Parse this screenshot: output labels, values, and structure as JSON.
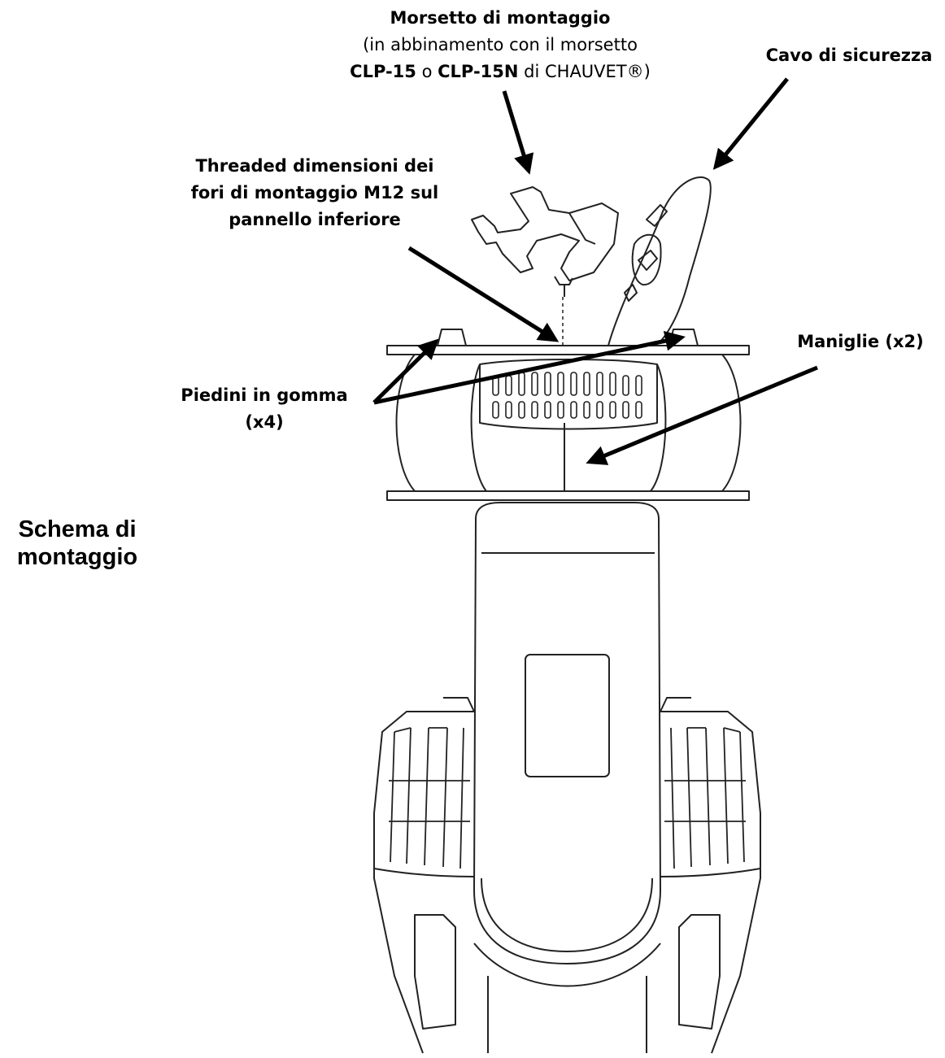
{
  "title": {
    "line1": "Schema di",
    "line2": "montaggio"
  },
  "labels": {
    "clamp": {
      "line1": "Morsetto di montaggio",
      "line2": "(in abbinamento con il morsetto",
      "line3_bold_a": "CLP-15",
      "line3_mid": " o ",
      "line3_bold_b": "CLP-15N",
      "line3_end": " di CHAUVET®)"
    },
    "safety_cable": "Cavo di sicurezza",
    "threaded_holes": {
      "line1": "Threaded dimensioni dei",
      "line2": "fori di montaggio M12 sul",
      "line3": "pannello inferiore"
    },
    "handles": "Maniglie (x2)",
    "rubber_feet": {
      "line1": "Piedini in gomma",
      "line2": "(x4)"
    }
  },
  "colors": {
    "line": "#000000",
    "background": "#ffffff",
    "stroke_light": "#222222"
  }
}
